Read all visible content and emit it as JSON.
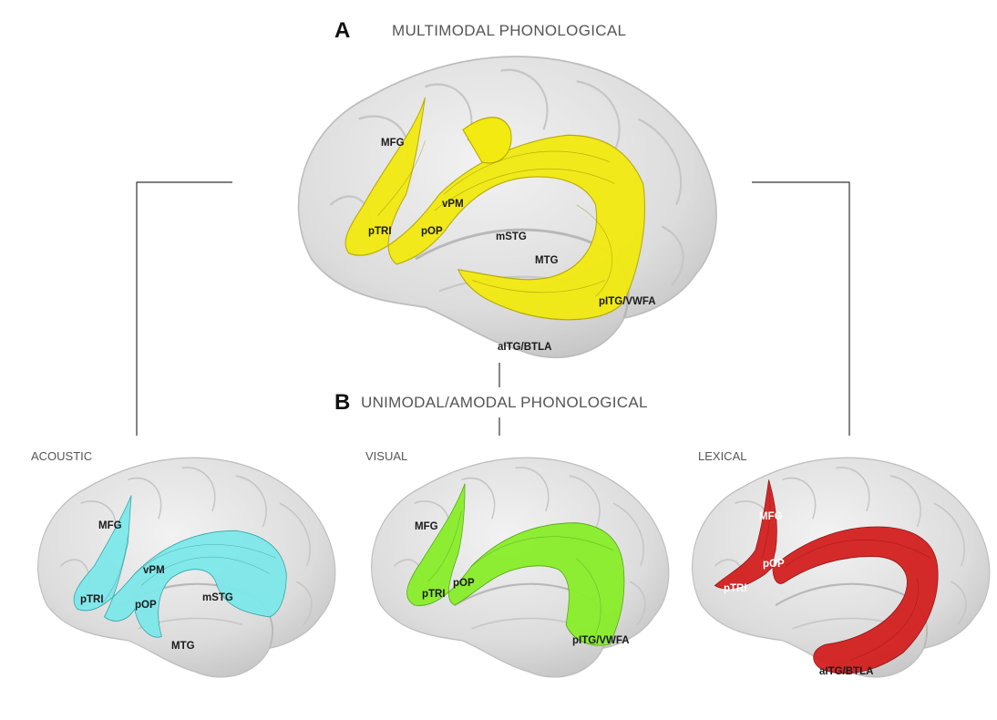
{
  "panel_a": {
    "letter": "A",
    "title": "MULTIMODAL PHONOLOGICAL",
    "tract_color": "#f2ea10",
    "labels": [
      "MFG",
      "vPM",
      "pTRI",
      "pOP",
      "mSTG",
      "MTG",
      "pITG/VWFA",
      "aITG/BTLA"
    ]
  },
  "panel_b": {
    "letter": "B",
    "title": "UNIMODAL/AMODAL PHONOLOGICAL"
  },
  "acoustic": {
    "title": "ACOUSTIC",
    "tract_color": "#7ee8ea",
    "labels": [
      "MFG",
      "vPM",
      "pTRI",
      "pOP",
      "mSTG",
      "MTG"
    ]
  },
  "visual": {
    "title": "VISUAL",
    "tract_color": "#88ee2a",
    "labels": [
      "MFG",
      "pOP",
      "pTRI",
      "pITG/VWFA"
    ]
  },
  "lexical": {
    "title": "LEXICAL",
    "tract_color": "#d42020",
    "labels": [
      "MFG",
      "pOP",
      "pTRI",
      "aITG/BTLA"
    ]
  },
  "brain_color": "#dedede"
}
